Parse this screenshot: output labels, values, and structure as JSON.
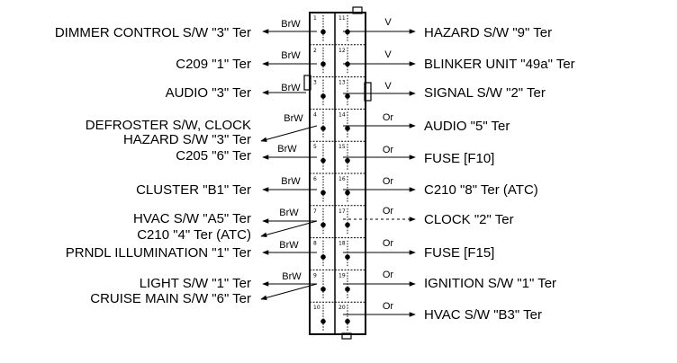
{
  "connector": {
    "pins": [
      {
        "left": "1",
        "right": "11"
      },
      {
        "left": "2",
        "right": "12"
      },
      {
        "left": "3",
        "right": "13"
      },
      {
        "left": "4",
        "right": "14"
      },
      {
        "left": "5",
        "right": "15"
      },
      {
        "left": "6",
        "right": "16"
      },
      {
        "left": "7",
        "right": "17"
      },
      {
        "left": "8",
        "right": "18"
      },
      {
        "left": "9",
        "right": "19"
      },
      {
        "left": "10",
        "right": "20"
      }
    ]
  },
  "left_circuits": [
    {
      "wire": "BrW",
      "label": "DIMMER CONTROL S/W \"3\" Ter"
    },
    {
      "wire": "BrW",
      "label": "C209 \"1\" Ter"
    },
    {
      "wire": "BrW",
      "label": "AUDIO \"3\" Ter"
    },
    {
      "wire": "BrW",
      "label_line1": "DEFROSTER S/W, CLOCK",
      "label_line2": "HAZARD S/W \"3\" Ter"
    },
    {
      "wire": "BrW",
      "label": "C205 \"6\" Ter"
    },
    {
      "wire": "BrW",
      "label": "CLUSTER \"B1\" Ter"
    },
    {
      "wire": "BrW",
      "label_line1": "HVAC S/W \"A5\" Ter",
      "label_line2": "C210 \"4\" Ter (ATC)"
    },
    {
      "wire": "BrW",
      "label": "PRNDL ILLUMINATION \"1\" Ter"
    },
    {
      "wire": "BrW",
      "label_line1": "LIGHT S/W \"1\" Ter",
      "label_line2": "CRUISE MAIN S/W \"6\" Ter"
    }
  ],
  "right_circuits": [
    {
      "wire": "V",
      "label": "HAZARD S/W \"9\" Ter"
    },
    {
      "wire": "V",
      "label": "BLINKER UNIT \"49a\" Ter"
    },
    {
      "wire": "V",
      "label": "SIGNAL S/W \"2\" Ter"
    },
    {
      "wire": "Or",
      "label": "AUDIO \"5\" Ter"
    },
    {
      "wire": "Or",
      "label": "FUSE [F10]"
    },
    {
      "wire": "Or",
      "label": "C210 \"8\" Ter (ATC)"
    },
    {
      "wire": "Or",
      "label": "CLOCK \"2\" Ter"
    },
    {
      "wire": "Or",
      "label": "FUSE [F15]"
    },
    {
      "wire": "Or",
      "label": "IGNITION S/W \"1\" Ter"
    },
    {
      "wire": "Or",
      "label": "HVAC S/W \"B3\" Ter"
    }
  ]
}
